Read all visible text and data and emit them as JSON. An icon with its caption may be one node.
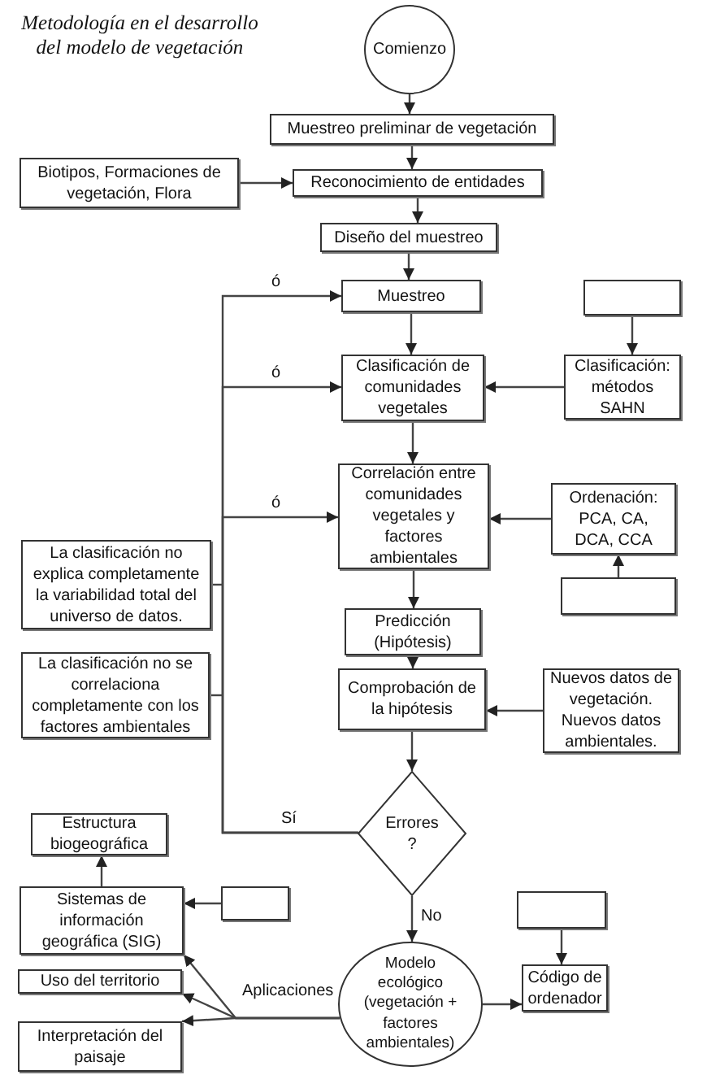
{
  "diagram": {
    "title": "Metodología en el desarrollo del modelo de vegetación",
    "nodes": [
      {
        "text": [
          "Comienzo"
        ]
      },
      {
        "text": [
          "Muestreo preliminar de vegetación"
        ]
      },
      {
        "text": [
          "Biotipos, Formaciones de vegetación, Flora"
        ]
      },
      {
        "text": [
          "Reconocimiento de entidades"
        ]
      },
      {
        "text": [
          "Diseño del muestreo"
        ]
      },
      {
        "text": [
          "Muestreo"
        ]
      },
      {
        "text": [],
        "shape": "box"
      },
      {
        "text": [
          "Clasificación de comunidades vegetales"
        ]
      },
      {
        "text": [
          "Clasificación: métodos SAHN"
        ]
      },
      {
        "text": [
          "Correlación entre comunidades vegetales y factores ambientales"
        ]
      },
      {
        "text": [
          "Ordenación: PCA, CA, DCA, CCA"
        ]
      },
      {
        "text": [],
        "shape": "box"
      },
      {
        "text": [
          "La clasificación no explica completamente la variabilidad total del universo de datos."
        ]
      },
      {
        "text": [
          "Predicción (Hipótesis)"
        ]
      },
      {
        "text": [
          "La clasificación no se correlaciona completamente con los factores ambientales"
        ]
      },
      {
        "text": [
          "Comprobación de la hipótesis"
        ]
      },
      {
        "text": [
          "Nuevos datos de vegetación. Nuevos datos ambientales."
        ]
      },
      {
        "text": [
          "Errores ?"
        ]
      },
      {
        "text": [
          "Estructura biogeográfica"
        ]
      },
      {
        "text": [
          "Sistemas de información geográfica (SIG)"
        ]
      },
      {
        "text": [],
        "shape": "box"
      },
      {
        "text": [],
        "shape": "box"
      },
      {
        "text": [
          "Uso del territorio"
        ]
      },
      {
        "text": [
          "Modelo ecológico (vegetación + factores ambientales)"
        ]
      },
      {
        "text": [
          "Código de ordenador"
        ]
      },
      {
        "text": [
          "Interpretación del paisaje"
        ]
      }
    ],
    "edges": [
      {
        "from": 0,
        "to": 1,
        "arrow": "to"
      },
      {
        "from": 1,
        "to": 3,
        "arrow": "to"
      },
      {
        "from": 2,
        "to": 3,
        "arrow": "to"
      },
      {
        "from": 3,
        "to": 4,
        "arrow": "to"
      },
      {
        "from": 4,
        "to": 5,
        "arrow": "to"
      },
      {
        "from": 5,
        "to": 7,
        "arrow": "to"
      },
      {
        "from": 6,
        "to": 8,
        "arrow": "to"
      },
      {
        "from": 8,
        "to": 7,
        "arrow": "to"
      },
      {
        "from": 7,
        "to": 9,
        "arrow": "to"
      },
      {
        "from": 11,
        "to": 10,
        "arrow": "to"
      },
      {
        "from": 10,
        "to": 9,
        "arrow": "to"
      },
      {
        "from": 9,
        "to": 13,
        "arrow": "to"
      },
      {
        "from": 13,
        "to": 15,
        "arrow": "to"
      },
      {
        "from": 16,
        "to": 15,
        "arrow": "to"
      },
      {
        "from": 15,
        "to": 17,
        "arrow": "to"
      },
      {
        "from": 17,
        "to": 5,
        "arrow": "to",
        "label": "ó"
      },
      {
        "from": 17,
        "to": 7,
        "arrow": "to",
        "label": "ó"
      },
      {
        "from": 17,
        "to": 9,
        "arrow": "to",
        "label": "ó"
      },
      {
        "from": 12,
        "to": null,
        "arrow": "none"
      },
      {
        "from": 14,
        "to": null,
        "arrow": "none"
      },
      {
        "from": 17,
        "to": 23,
        "arrow": "to",
        "label": "No"
      },
      {
        "from": 21,
        "to": 24,
        "arrow": "to"
      },
      {
        "from": 23,
        "to": 24,
        "arrow": "to"
      },
      {
        "from": 23,
        "to": 19,
        "arrow": "to"
      },
      {
        "from": 23,
        "to": 22,
        "arrow": "to",
        "label": "Aplicaciones"
      },
      {
        "from": 23,
        "to": 25,
        "arrow": "to"
      },
      {
        "from": 20,
        "to": 19,
        "arrow": "to"
      },
      {
        "from": 19,
        "to": 18,
        "arrow": "to"
      }
    ],
    "labels": [
      "Sí"
    ]
  }
}
